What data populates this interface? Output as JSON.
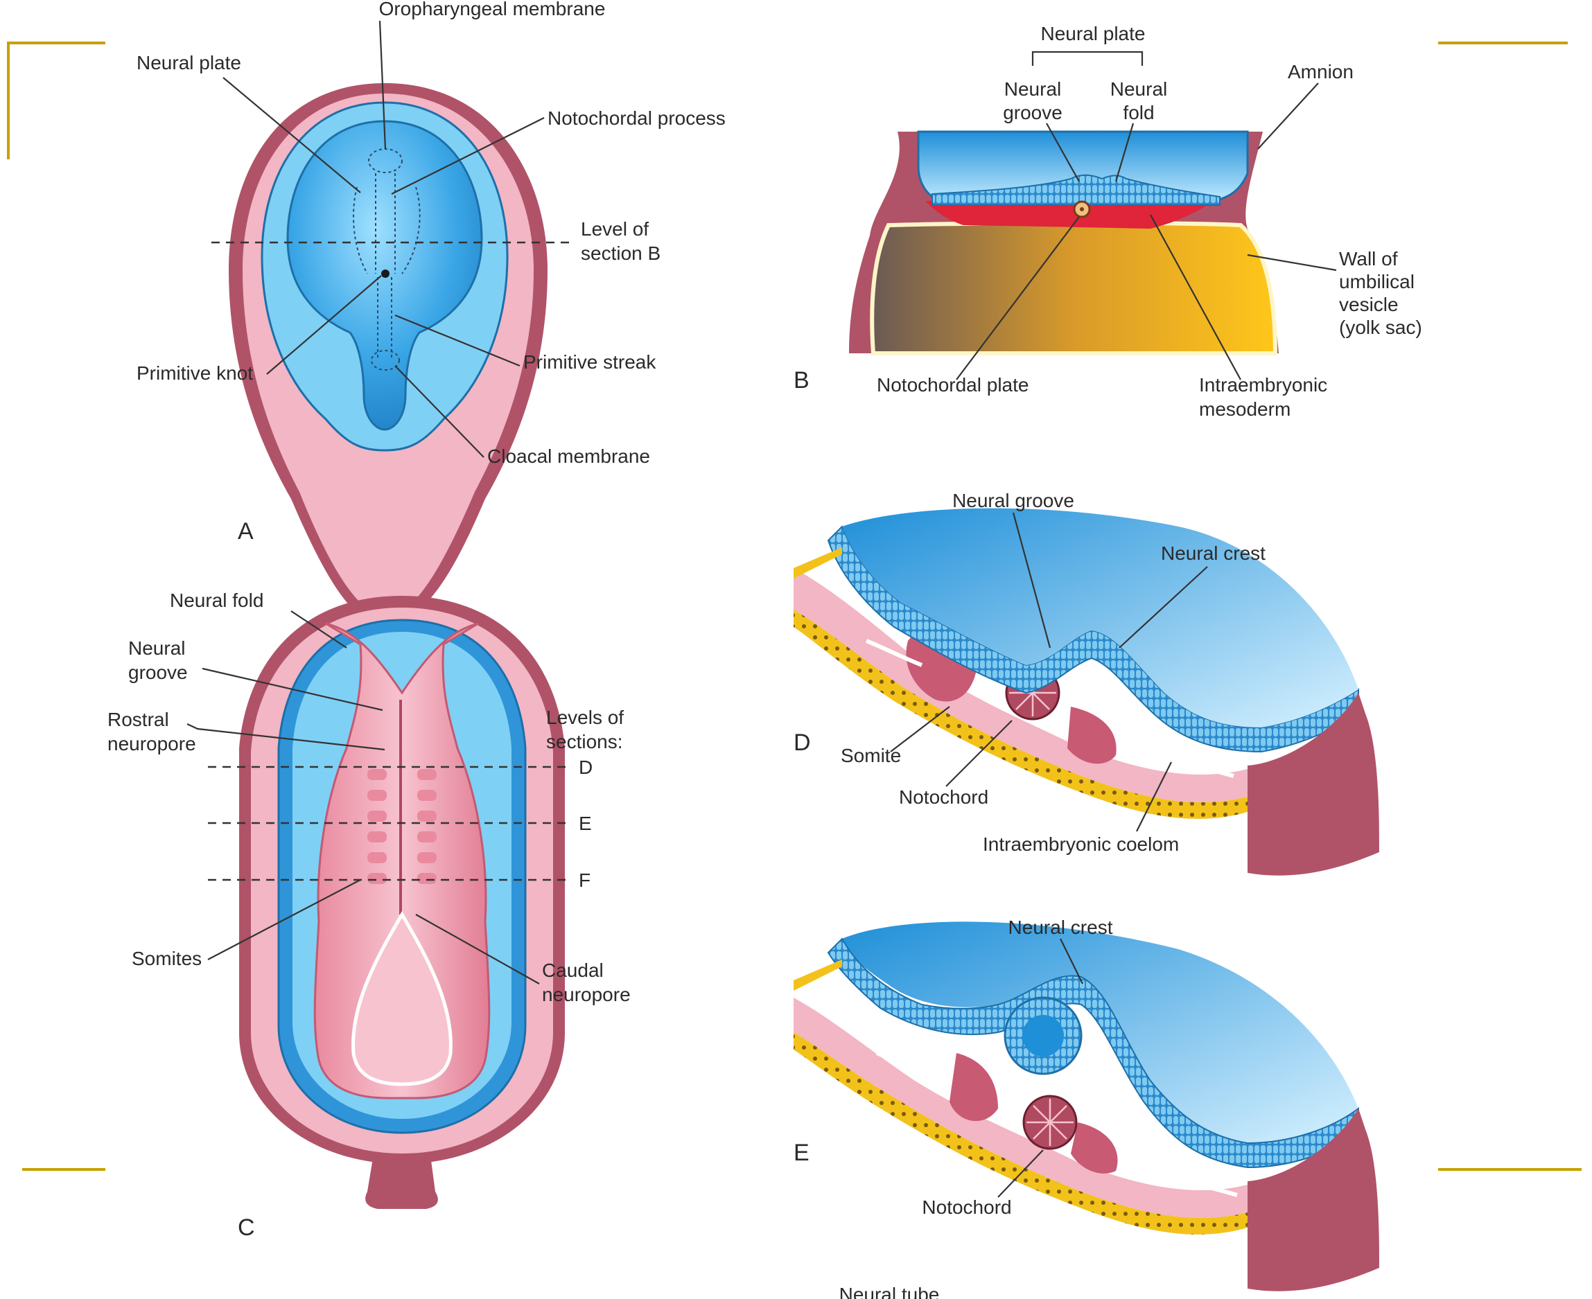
{
  "panels": {
    "a": {
      "letter": "A",
      "oropharyngeal_membrane": "Oropharyngeal membrane",
      "neural_plate": "Neural plate",
      "notochordal_process": "Notochordal process",
      "level_line1": "Level of",
      "level_line2": "section B",
      "primitive_knot": "Primitive knot",
      "primitive_streak": "Primitive streak",
      "cloacal_membrane": "Cloacal membrane"
    },
    "b": {
      "letter": "B",
      "neural_plate": "Neural plate",
      "neural_groove_1": "Neural",
      "neural_groove_2": "groove",
      "neural_fold_1": "Neural",
      "neural_fold_2": "fold",
      "amnion": "Amnion",
      "wall_1": "Wall of",
      "wall_2": "umbilical",
      "wall_3": "vesicle",
      "wall_4": "(yolk sac)",
      "notochordal_plate": "Notochordal plate",
      "mesoderm_1": "Intraembryonic",
      "mesoderm_2": "mesoderm"
    },
    "c": {
      "letter": "C",
      "neural_fold": "Neural fold",
      "neural_groove_1": "Neural",
      "neural_groove_2": "groove",
      "rostral_1": "Rostral",
      "rostral_2": "neuropore",
      "levels_1": "Levels of",
      "levels_2": "sections:",
      "level_d": "D",
      "level_e": "E",
      "level_f": "F",
      "somites": "Somites",
      "caudal_1": "Caudal",
      "caudal_2": "neuropore"
    },
    "d": {
      "letter": "D",
      "neural_groove": "Neural groove",
      "neural_crest": "Neural crest",
      "somite": "Somite",
      "notochord": "Notochord",
      "coelom": "Intraembryonic coelom"
    },
    "e": {
      "letter": "E",
      "neural_crest": "Neural crest",
      "notochord": "Notochord",
      "neural_tube": "Neural tube"
    }
  },
  "colors": {
    "maroon": "#b05368",
    "pink": "#f2b6c4",
    "blue": "#2f95d8",
    "light_blue": "#7fd0f5",
    "yolk": "#f5b400",
    "mesoderm_red": "#e0243a",
    "slide_gold": "#c8a000"
  }
}
